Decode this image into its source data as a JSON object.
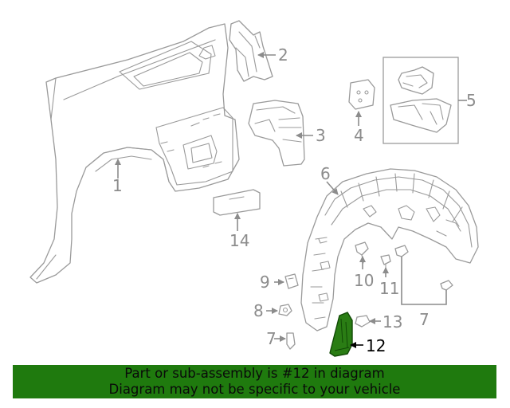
{
  "diagram": {
    "callouts": [
      "1",
      "2",
      "3",
      "4",
      "5",
      "6",
      "7",
      "7",
      "8",
      "9",
      "10",
      "11",
      "12",
      "13",
      "14"
    ],
    "highlight_callout": "12",
    "colors": {
      "line": "#9a9a9a",
      "highlight_part": "#2a7d14",
      "banner_bg": "#1f7a0e",
      "label_highlight": "#000000"
    }
  },
  "banner": {
    "line1": "Part or sub-assembly is #12 in diagram",
    "line2": "Diagram may not be specific to your vehicle"
  }
}
